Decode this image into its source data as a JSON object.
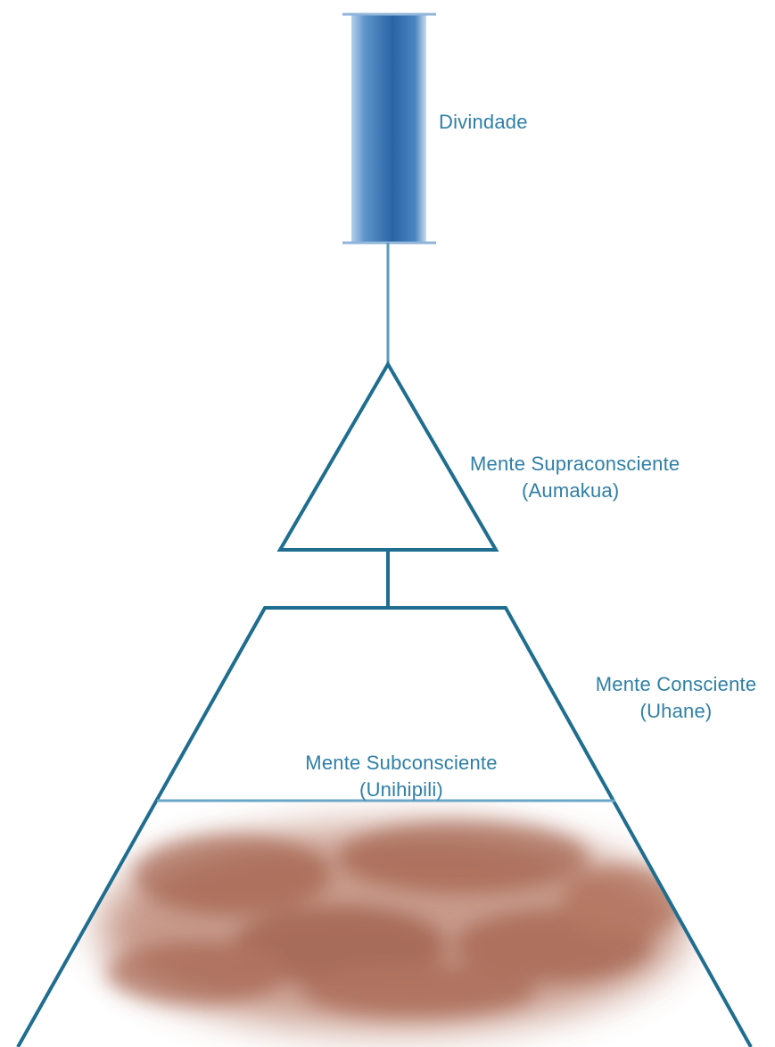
{
  "diagram": {
    "divinity": {
      "label": "Divindade"
    },
    "superconscious": {
      "line1": "Mente Supraconsciente",
      "line2": "(Aumakua)"
    },
    "conscious": {
      "line1": "Mente Consciente",
      "line2": "(Uhane)"
    },
    "subconscious": {
      "line1": "Mente Subconsciente",
      "line2": "(Unihipili)"
    }
  },
  "colors": {
    "outline": "#1f6e90",
    "connector": "#5b9bbf",
    "text": "#2f7fa6",
    "pillar": "#2f6fae",
    "subconscious_fill": "#a8624a"
  }
}
